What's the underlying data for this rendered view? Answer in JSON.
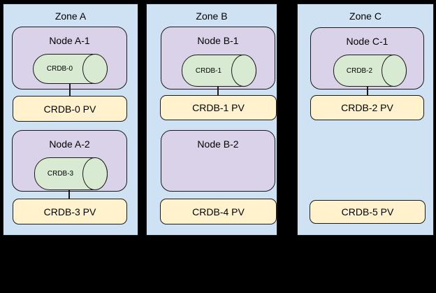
{
  "colors": {
    "background": "#000000",
    "zone_fill": "#cfe2f3",
    "node_fill": "#d9d2e9",
    "cylinder_fill": "#d9ead3",
    "pv_fill": "#fff2cc",
    "border": "#1a1a1a"
  },
  "zones": [
    {
      "label": "Zone A",
      "nodes": [
        {
          "label": "Node A-1",
          "cylinder": "CRDB-0",
          "pv": "CRDB-0 PV"
        },
        {
          "label": "Node A-2",
          "cylinder": "CRDB-3",
          "pv": "CRDB-3 PV"
        }
      ]
    },
    {
      "label": "Zone B",
      "nodes": [
        {
          "label": "Node B-1",
          "cylinder": "CRDB-1",
          "pv": "CRDB-1 PV"
        },
        {
          "label": "Node B-2",
          "pv": "CRDB-4 PV"
        }
      ]
    },
    {
      "label": "Zone C",
      "nodes": [
        {
          "label": "Node C-1",
          "cylinder": "CRDB-2",
          "pv": "CRDB-2 PV"
        },
        {
          "pv": "CRDB-5 PV"
        }
      ]
    }
  ]
}
